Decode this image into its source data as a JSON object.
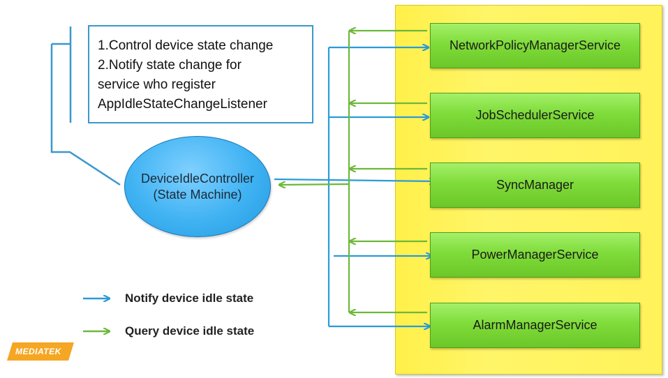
{
  "note": {
    "lines": [
      "1.Control device state change",
      "2.Notify state change for",
      "service who register",
      "AppIdleStateChangeListener"
    ]
  },
  "controller": {
    "name": "DeviceIdleController",
    "subtitle": "(State Machine)"
  },
  "services": [
    "NetworkPolicyManagerService",
    "JobSchedulerService",
    "SyncManager",
    "PowerManagerService",
    "AlarmManagerService"
  ],
  "legend": {
    "notify": {
      "label": "Notify device idle state",
      "color": "#2a9bd6"
    },
    "query": {
      "label": "Query device idle state",
      "color": "#6cb83a"
    }
  },
  "logo": {
    "text": "MEDIATEK",
    "color": "#f5a623"
  }
}
